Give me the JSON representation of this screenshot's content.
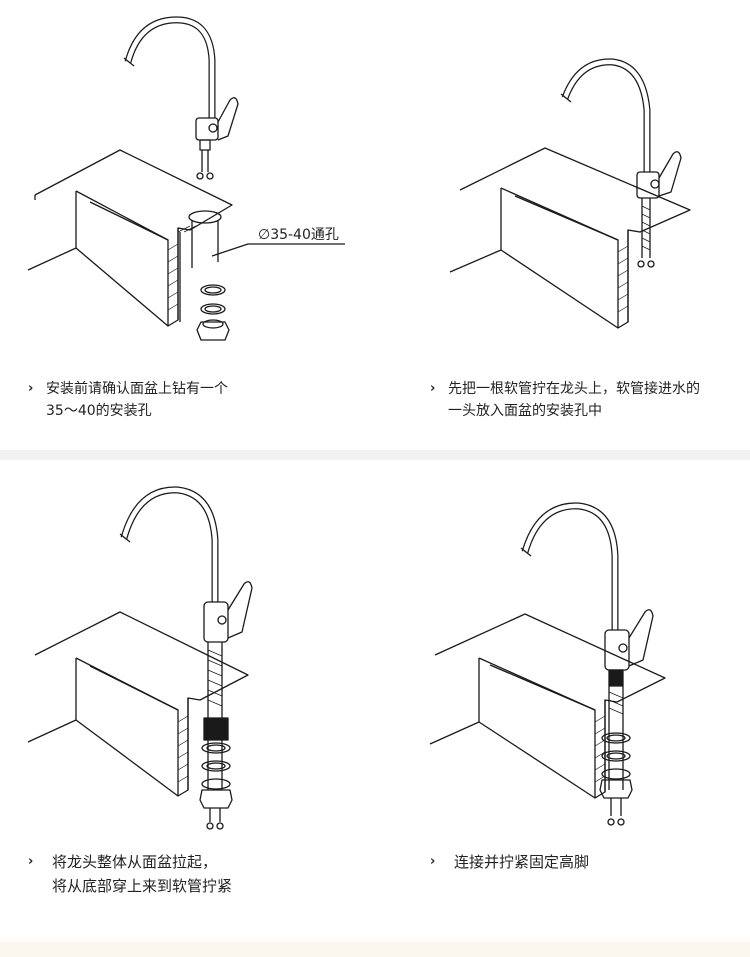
{
  "steps": [
    {
      "arrow": "›",
      "line1": "安装前请确认面盆上钻有一个",
      "line2": "35～40的安装孔"
    },
    {
      "arrow": "›",
      "line1": "先把一根软管拧在龙头上，软管接进水的",
      "line2": "一头放入面盆的安装孔中"
    },
    {
      "arrow": "›",
      "line1": "将龙头整体从面盆拉起，",
      "line2": "将从底部穿上来到软管拧紧"
    },
    {
      "arrow": "›",
      "line1": "连接并拧紧固定高脚",
      "line2": ""
    }
  ],
  "callout": {
    "label": "∅35-40通孔"
  },
  "colors": {
    "line": "#1a1a1a",
    "panel_bg": "#ffffff",
    "divider": "#f2f2f2",
    "footer": "#fbf7ee"
  }
}
